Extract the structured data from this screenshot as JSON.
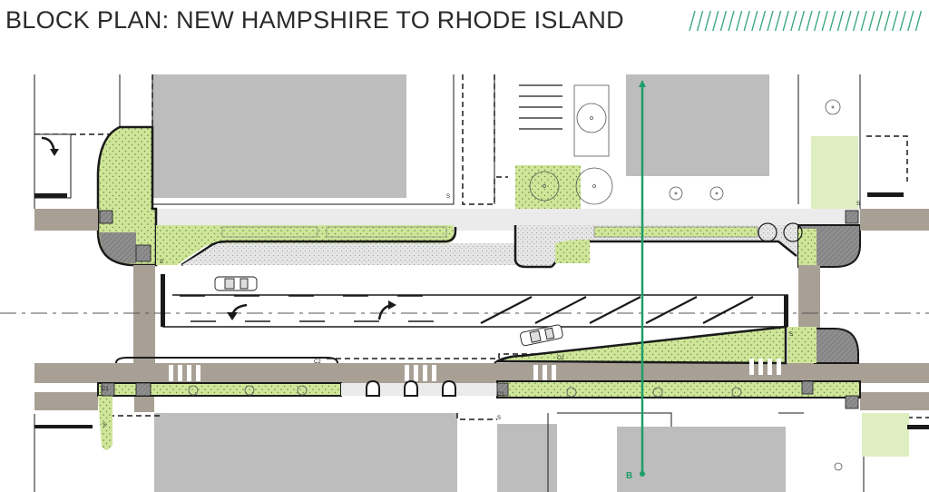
{
  "title": "BLOCK PLAN: NEW HAMPSHIRE TO RHODE ISLAND",
  "section_marker": "B",
  "small_labels": {
    "s1": "S",
    "s2": "S",
    "s3": "S",
    "s4": "S",
    "s5": "S",
    "s6": "S",
    "c2": "C2",
    "c2b": "C2",
    "c1": "C1",
    "c1b": "C1"
  },
  "colors": {
    "title_text": "#2b2b2b",
    "accent_hatch": "#3aa87a",
    "section_line": "#1e9e6a",
    "building": "#bdbdbd",
    "planting": "#cfe69a",
    "walkway": "#a8a095",
    "curb_ramp": "#8f8f8f",
    "line_work": "#1a1a1a"
  }
}
